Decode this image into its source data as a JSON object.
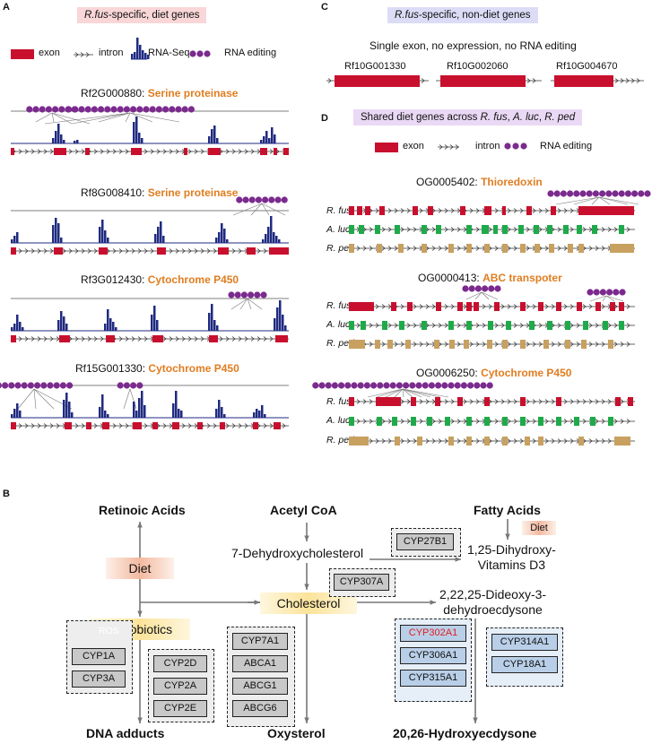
{
  "panelA": {
    "letter": "A",
    "title_species": "R.fus",
    "title_rest": "-specific, diet genes",
    "legend": {
      "exon": "exon",
      "intron": "intron",
      "rnaseq": "RNA-Seq",
      "editing": "RNA editing"
    },
    "genes": [
      {
        "id": "Rf2G000880:",
        "func": "Serine proteinase"
      },
      {
        "id": "Rf8G008410:",
        "func": "Serine proteinase"
      },
      {
        "id": "Rf3G012430:",
        "func": "Cytochrome P450"
      },
      {
        "id": "Rf15G001330:",
        "func": "Cytochrome P450"
      }
    ]
  },
  "panelC": {
    "letter": "C",
    "title_species": "R.fus",
    "title_rest": "-specific, non-diet genes",
    "subtitle": "Single exon, no expression, no RNA editing",
    "genes": [
      "Rf10G001330",
      "Rf10G002060",
      "Rf10G004670"
    ]
  },
  "panelD": {
    "letter": "D",
    "title_prefix": "Shared diet genes across ",
    "sp1": "R. fus",
    "sp2": "A. luc",
    "sp3": "R. ped",
    "legend": {
      "exon": "exon",
      "intron": "intron",
      "editing": "RNA editing"
    },
    "groups": [
      {
        "id": "OG0005402:",
        "func": "Thioredoxin"
      },
      {
        "id": "OG0000413:",
        "func": "ABC transpoter"
      },
      {
        "id": "OG0006250:",
        "func": "Cytochrome P450"
      }
    ],
    "rows": [
      "R. fus",
      "A. luc",
      "R. ped"
    ]
  },
  "panelB": {
    "letter": "B",
    "nodes": {
      "retinoic": "Retinoic Acids",
      "acetyl": "Acetyl CoA",
      "fatty": "Fatty Acids",
      "diet_small": "Diet",
      "dehydro": "7-Dehydroxycholesterol",
      "vitd_1": "1,25-Dihydroxy-",
      "vitd_2": "Vitamins D3",
      "diet": "Diet",
      "cholesterol": "Cholesterol",
      "dideoxy_1": "2,22,25-Dideoxy-3-",
      "dideoxy_2": "dehydroecdysone",
      "xeno": "Xenobiotics",
      "ros": "ROS",
      "dna": "DNA adducts",
      "oxysterol": "Oxysterol",
      "hydroxy": "20,26-Hydroxyecdysone"
    },
    "enzymes": {
      "cyp27b1": "CYP27B1",
      "cyp307a": "CYP307A",
      "xeno_left": [
        "CYP1A",
        "CYP3A"
      ],
      "xeno_right": [
        "CYP2D",
        "CYP2A",
        "CYP2E"
      ],
      "oxy": [
        "CYP7A1",
        "ABCA1",
        "ABCG1",
        "ABCG6"
      ],
      "ecd_left": [
        "CYP302A1",
        "CYP306A1",
        "CYP315A1"
      ],
      "ecd_right": [
        "CYP314A1",
        "CYP18A1"
      ]
    },
    "colors": {
      "highlight_enzyme": "#e02020",
      "diet_box": "#f3b9a0",
      "cholesterol_box": "#fbe39a",
      "xeno_box": "#fbe39a",
      "ecd_enzyme": "#b9cfe8",
      "gray_enzyme": "#c8c8c8"
    }
  },
  "colors": {
    "exon_red": "#c8102e",
    "rnaseq_navy": "#1f2a80",
    "editing_purple": "#7b2a8e",
    "aluc_green": "#1faa4a",
    "rped_tan": "#c8a060",
    "func_orange": "#e07d20"
  }
}
